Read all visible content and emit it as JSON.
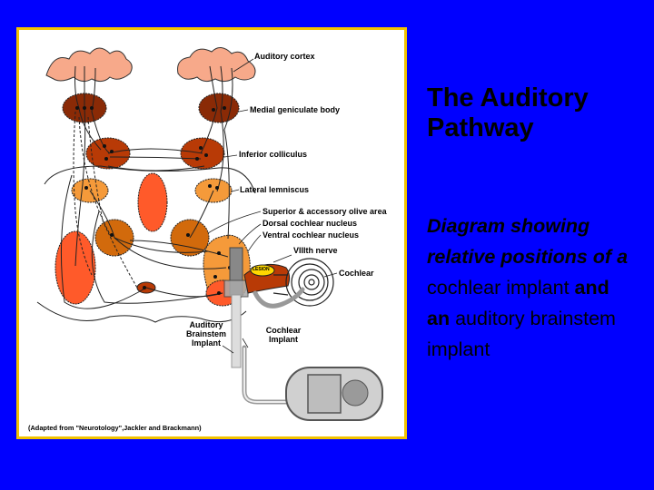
{
  "slide": {
    "title_line1": "The Auditory",
    "title_line2": "Pathway",
    "desc": {
      "p1": "Diagram showing relative positions of a",
      "p2": "cochlear implant",
      "p3": "and",
      "p4": "an",
      "p5": "auditory brainstem implant"
    }
  },
  "diagram": {
    "labels": {
      "auditory_cortex": "Auditory cortex",
      "medial_geniculate": "Medial geniculate body",
      "inferior_colliculus": "Inferior colliculus",
      "lateral_lemniscus": "Lateral lemniscus",
      "superior_olive": "Superior & accessory olive area",
      "dorsal_cochlear": "Dorsal cochlear nucleus",
      "ventral_cochlear": "Ventral cochlear nucleus",
      "viii_nerve": "VIIIth nerve",
      "cochlear": "Cochlear",
      "lesion": "LESION",
      "abi_1": "Auditory",
      "abi_2": "Brainstem",
      "abi_3": "Implant",
      "ci_1": "Cochlear",
      "ci_2": "Implant"
    },
    "credit": "(Adapted from \"Neurotology\",Jackler and Brackmann)"
  },
  "colors": {
    "background": "#0000ff",
    "frame": "#f2c200",
    "cortex": "#f7a98a",
    "medial_geniculate": "#8a2a06",
    "inferior_colliculus": "#b83a06",
    "lateral_lemniscus": "#f59a3a",
    "olive": "#d26a0c",
    "lateral_lobe": "#ff5a2a",
    "lesion": "#ffd800"
  }
}
